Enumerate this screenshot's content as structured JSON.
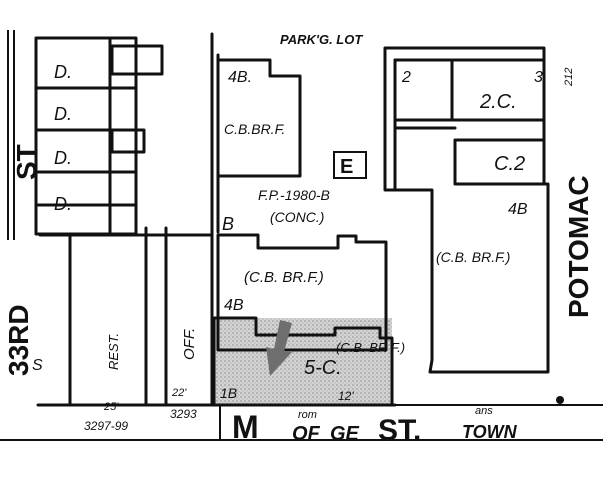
{
  "labels": {
    "parking_lot": "PARK'G. LOT",
    "potomac_st": "POTOMAC",
    "potomac_num": "212",
    "third_st": "33RD",
    "st_left": "ST",
    "s_left": "S",
    "m_street_m": "M",
    "m_street_of": "OF",
    "m_street_ge": "GE",
    "m_street_st": "ST.",
    "m_street_town": "TOWN",
    "m_street_from": "rom",
    "m_street_ans": "ans",
    "main_4b": "4B.",
    "main_cbbrf": "C.B.BR.F.",
    "fp": "F.P.-1980-B",
    "conc": "(CONC.)",
    "e_mark": "E",
    "b_mark": "B",
    "lower_cbbrf": "(C.B. BR.F.)",
    "right_cbbrf": "(C.B. BR.F.)",
    "right_4b": "4B",
    "shaded_4b": "4B",
    "shaded_5c": "5-C.",
    "shaded_cbbrf": "(C.B. BR F.)",
    "shaded_12": "12'",
    "shaded_1b": "1B",
    "off": "OFF.",
    "rest": "REST.",
    "d": "D.",
    "two_c": "2.C.",
    "c_2": "C.2",
    "num_2": "2",
    "num_3": "3",
    "lot_3293": "3293",
    "lot_3297": "3297-99",
    "lot_22": "22'",
    "lot_25": "25'"
  },
  "marker": {
    "type": "arrow-down",
    "color": "#6e6e6e"
  }
}
